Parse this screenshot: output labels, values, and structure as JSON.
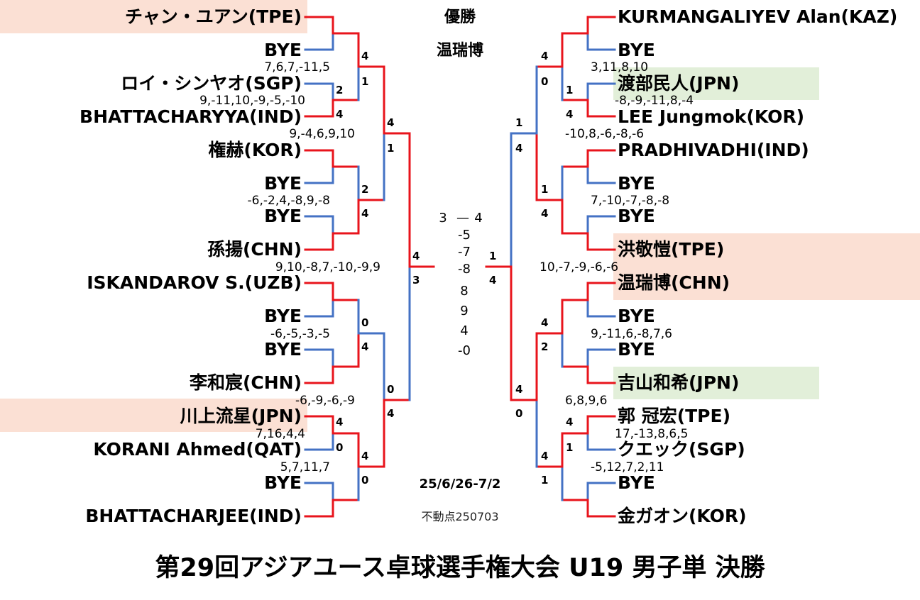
{
  "title": "第29回アジアユース卓球選手権大会 U19 男子単 決勝",
  "champion_label": "優勝",
  "champion": "温瑞博",
  "dates": "25/6/26-7/2",
  "stamp": "不動点250703",
  "colors": {
    "red": "#e8141c",
    "blue": "#4472c4",
    "pink": "#fbe0d4",
    "green": "#e2efd9"
  },
  "final": {
    "left_top": "3",
    "dash": "—",
    "right_top": "4",
    "games": [
      "-5",
      "-7",
      "-8",
      "8",
      "9",
      "4",
      "-0"
    ],
    "left_score": "4",
    "left_score_b": "3",
    "right_score": "1",
    "right_score_b": "4"
  },
  "left_players": [
    "チャン・ユアン(TPE)",
    "BYE",
    "ロイ・シンヤオ(SGP)",
    "BHATTACHARYYA(IND)",
    "権赫(KOR)",
    "BYE",
    "BYE",
    "孫揚(CHN)",
    "ISKANDAROV S.(UZB)",
    "BYE",
    "BYE",
    "李和宸(CHN)",
    "川上流星(JPN)",
    "KORANI Ahmed(QAT)",
    "BYE",
    "BHATTACHARJEE(IND)"
  ],
  "right_players": [
    "KURMANGALIYEV Alan(KAZ)",
    "BYE",
    "渡部民人(JPN)",
    "LEE Jungmok(KOR)",
    "PRADHIVADHI(IND)",
    "BYE",
    "BYE",
    "洪敬愷(TPE)",
    "温瑞博(CHN)",
    "BYE",
    "BYE",
    "吉山和希(JPN)",
    "郭 冠宏(TPE)",
    "クエック(SGP)",
    "BYE",
    "金ガオン(KOR)"
  ],
  "left_details": [
    "7,6,7,-11,5",
    "9,-11,10,-9,-5,-10",
    "9,-4,6,9,10",
    "-6,-2,4,-8,9,-8",
    "9,10,-8,7,-10,-9,9",
    "-6,-5,-3,-5",
    "-6,-9,-6,-9",
    "7,16,4,4",
    "5,7,11,7"
  ],
  "right_details": [
    "3,11,8,10",
    "-8,-9,-11,8,-4",
    "-10,8,-6,-8,-6",
    "7,-10,-7,-8,-8",
    "10,-7,-9,-6,-6",
    "9,-11,6,-8,7,6",
    "6,8,9,6",
    "17,-13,8,6,5",
    "-5,12,7,2,11"
  ],
  "left_scores": {
    "r1": [
      [
        "4",
        "1"
      ],
      [
        "2",
        "4"
      ],
      [
        "2",
        "4"
      ],
      [
        "0",
        "4"
      ],
      [
        "4",
        "0"
      ],
      [
        "4",
        "0"
      ]
    ],
    "r2": [
      [
        "4",
        "1"
      ],
      [
        "0",
        "4"
      ]
    ]
  },
  "right_scores": {
    "r1": [
      [
        "4",
        "0"
      ],
      [
        "1",
        "4"
      ],
      [
        "1",
        "4"
      ],
      [
        "4",
        "2"
      ],
      [
        "4",
        "1"
      ],
      [
        "4",
        "1"
      ]
    ],
    "r2": [
      [
        "1",
        "4"
      ],
      [
        "4",
        "0"
      ]
    ]
  }
}
